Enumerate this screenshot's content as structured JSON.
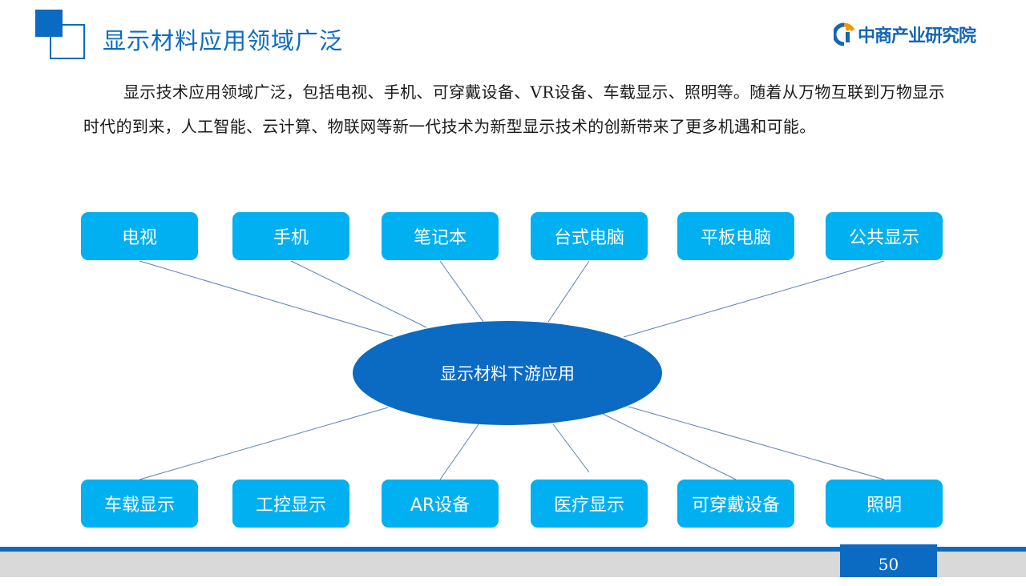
{
  "header": {
    "title": "显示材料应用领域广泛",
    "logo_text": "中商产业研究院",
    "accent_color": "#0b6bc2"
  },
  "intro": {
    "text": "显示技术应用领域广泛，包括电视、手机、可穿戴设备、VR设备、车载显示、照明等。随着从万物互联到万物显示时代的到来，人工智能、云计算、物联网等新一代技术为新型显示技术的创新带来了更多机遇和可能。"
  },
  "diagram": {
    "center": "显示材料下游应用",
    "top_nodes": [
      "电视",
      "手机",
      "笔记本",
      "台式电脑",
      "平板电脑",
      "公共显示"
    ],
    "bottom_nodes": [
      "车载显示",
      "工控显示",
      "AR设备",
      "医疗显示",
      "可穿戴设备",
      "照明"
    ],
    "node_color": "#00b0f0",
    "center_color": "#0b6bc2",
    "line_color": "#5b7fbf"
  },
  "footer": {
    "page_number": "50"
  }
}
